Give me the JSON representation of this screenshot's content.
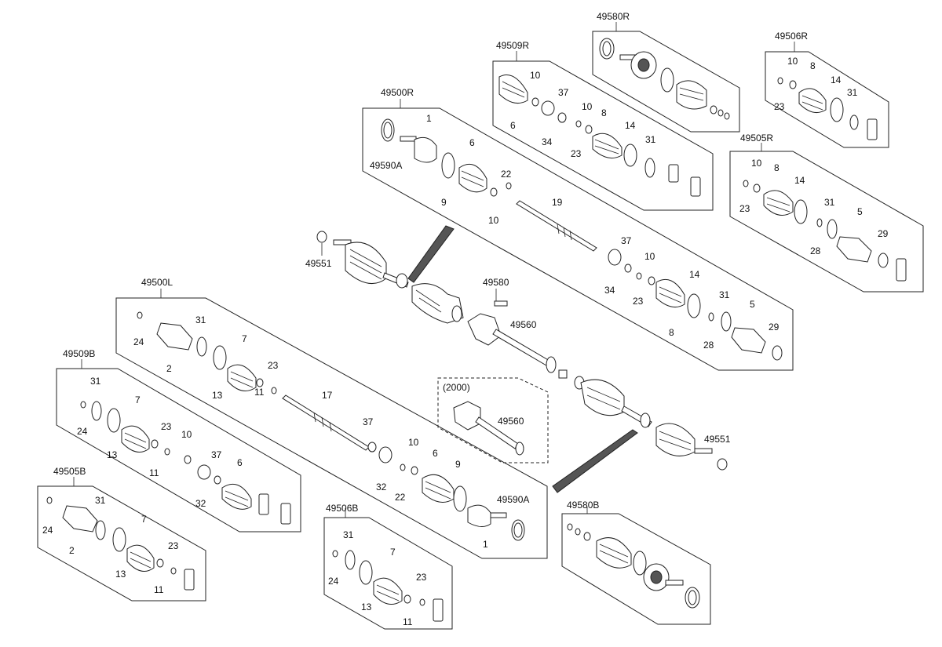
{
  "groups": {
    "g49580R": {
      "title": "49580R"
    },
    "g49509R": {
      "title": "49509R",
      "labels": [
        "10",
        "37",
        "10",
        "8",
        "14",
        "31",
        "6",
        "34",
        "23"
      ]
    },
    "g49506R": {
      "title": "49506R",
      "labels": [
        "10",
        "8",
        "14",
        "31",
        "23"
      ]
    },
    "g49500R": {
      "title": "49500R",
      "labels": [
        "1",
        "6",
        "22",
        "19",
        "9",
        "10",
        "49590A",
        "37",
        "10",
        "14",
        "31",
        "5",
        "29",
        "34",
        "23",
        "8",
        "28"
      ]
    },
    "g49505R": {
      "title": "49505R",
      "labels": [
        "10",
        "8",
        "14",
        "31",
        "5",
        "29",
        "23",
        "28"
      ]
    },
    "g49500L": {
      "title": "49500L",
      "labels": [
        "31",
        "7",
        "23",
        "17",
        "24",
        "2",
        "13",
        "11",
        "37",
        "10",
        "6",
        "9",
        "49590A",
        "32",
        "22",
        "1"
      ]
    },
    "g49509B": {
      "title": "49509B",
      "labels": [
        "31",
        "7",
        "23",
        "10",
        "37",
        "6",
        "24",
        "13",
        "11",
        "32"
      ]
    },
    "g49505B": {
      "title": "49505B",
      "labels": [
        "31",
        "7",
        "23",
        "24",
        "2",
        "13",
        "11"
      ]
    },
    "g49506B": {
      "title": "49506B",
      "labels": [
        "31",
        "7",
        "23",
        "24",
        "13",
        "11"
      ]
    },
    "g49580B": {
      "title": "49580B"
    },
    "inset2000": {
      "title": "(2000)",
      "label": "49560"
    }
  },
  "center": {
    "l49551a": "49551",
    "l49580": "49580",
    "l49560": "49560",
    "l49551b": "49551"
  }
}
